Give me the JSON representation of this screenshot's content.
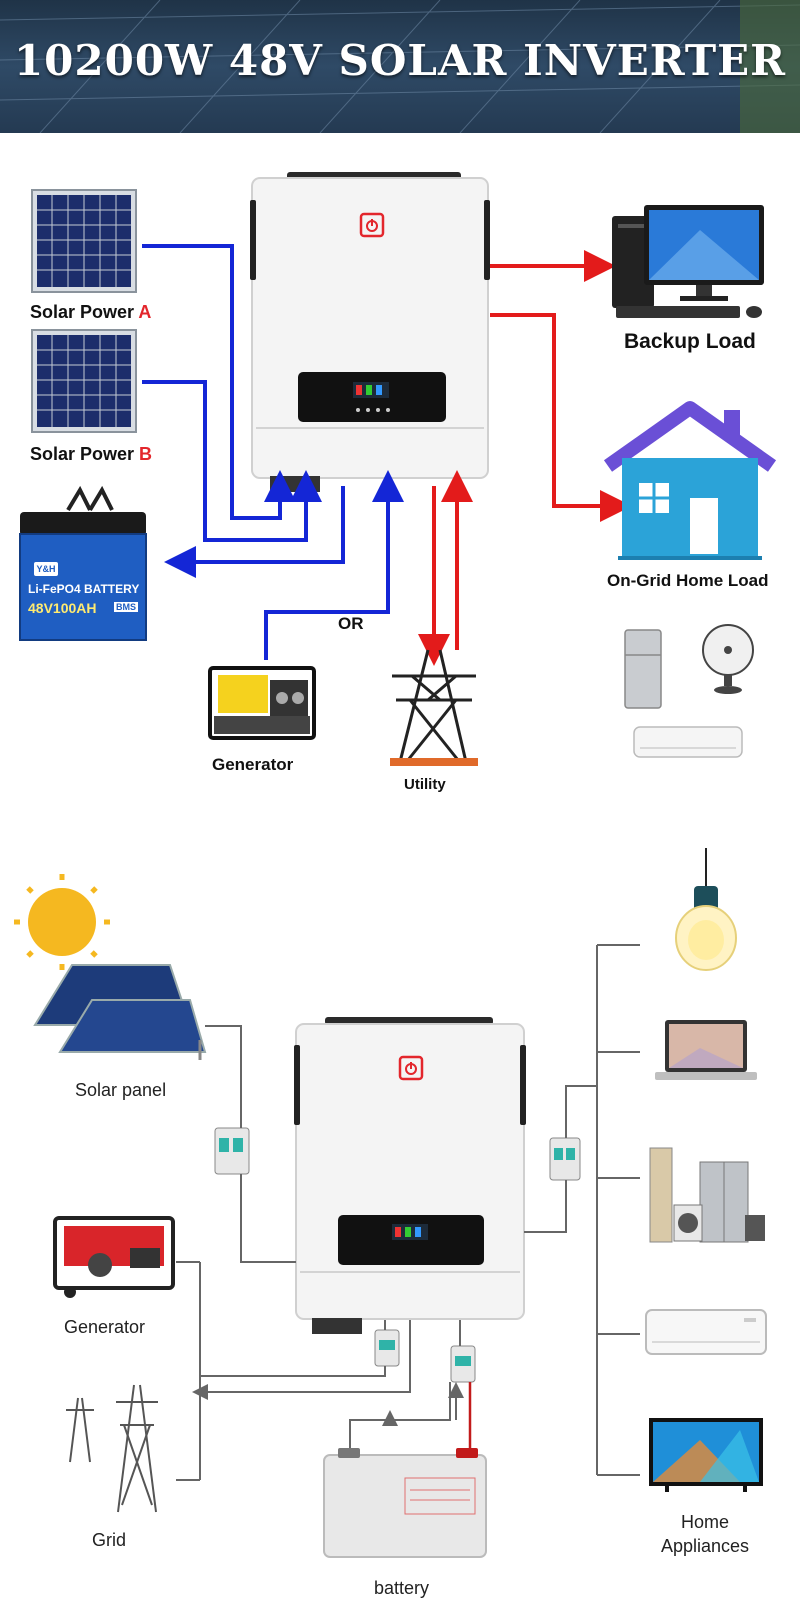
{
  "banner": {
    "title": "10200W 48V SOLAR INVERTER"
  },
  "top_diagram": {
    "solar_a": {
      "label": "Solar Power ",
      "letter": "A"
    },
    "solar_b": {
      "label": "Solar Power ",
      "letter": "B"
    },
    "battery": {
      "brand": "Y&H",
      "name": "Li-FePO4 BATTERY",
      "spec": "48V100AH",
      "badge": "BMS"
    },
    "backup_load": "Backup Load",
    "on_grid_home_load": "On-Grid Home Load",
    "or_label": "OR",
    "generator": "Generator",
    "utility": "Utility"
  },
  "bottom_diagram": {
    "solar_panel": "Solar panel",
    "generator": "Generator",
    "grid": "Grid",
    "battery": "battery",
    "home_appliances_line1": "Home",
    "home_appliances_line2": "Appliances"
  },
  "colors": {
    "dc_line": "#1426d6",
    "ac_line": "#e31b1b",
    "wire_gray": "#666666",
    "banner_bg": "#243a52",
    "accent_red": "#e3262c"
  }
}
